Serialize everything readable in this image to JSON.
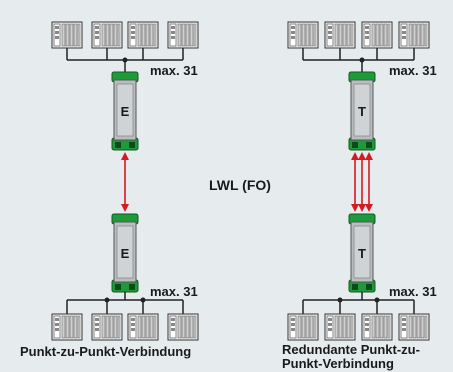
{
  "left": {
    "top_count_label": "max. 31",
    "bottom_count_label": "max. 31",
    "top_module_letter": "E",
    "bottom_module_letter": "E",
    "caption": "Punkt-zu-Punkt-Verbindung"
  },
  "right": {
    "top_count_label": "max. 31",
    "bottom_count_label": "max. 31",
    "top_module_letter": "T",
    "bottom_module_letter": "T",
    "caption_line1": "Redundante Punkt-zu-",
    "caption_line2": "Punkt-Verbindung"
  },
  "center_label": "LWL (FO)",
  "colors": {
    "background": "#e6ecee",
    "module_green": "#1f9a3a",
    "module_body": "#b9bdbf",
    "fiber_red": "#d71920",
    "bus_line": "#222222"
  }
}
